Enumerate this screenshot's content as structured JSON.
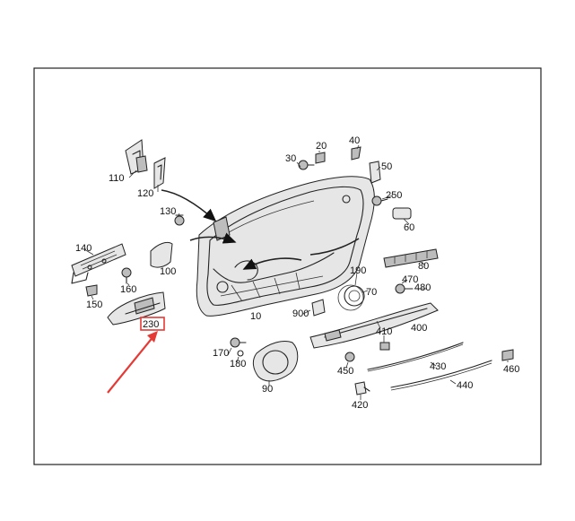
{
  "diagram": {
    "highlight_color": "#e53935",
    "highlighted_part": "230",
    "labels": {
      "p10": "10",
      "p20": "20",
      "p30": "30",
      "p40": "40",
      "p50": "50",
      "p60": "60",
      "p70": "70",
      "p80": "80",
      "p90": "90",
      "p100": "100",
      "p110": "110",
      "p120": "120",
      "p130": "130",
      "p140": "140",
      "p150": "150",
      "p160": "160",
      "p170": "170",
      "p180": "180",
      "p190": "190",
      "p230": "230",
      "p250": "250",
      "p400": "400",
      "p410": "410",
      "p420": "420",
      "p430": "430",
      "p440": "440",
      "p450": "450",
      "p460": "460",
      "p470": "470",
      "p480": "480",
      "p900": "900"
    }
  }
}
